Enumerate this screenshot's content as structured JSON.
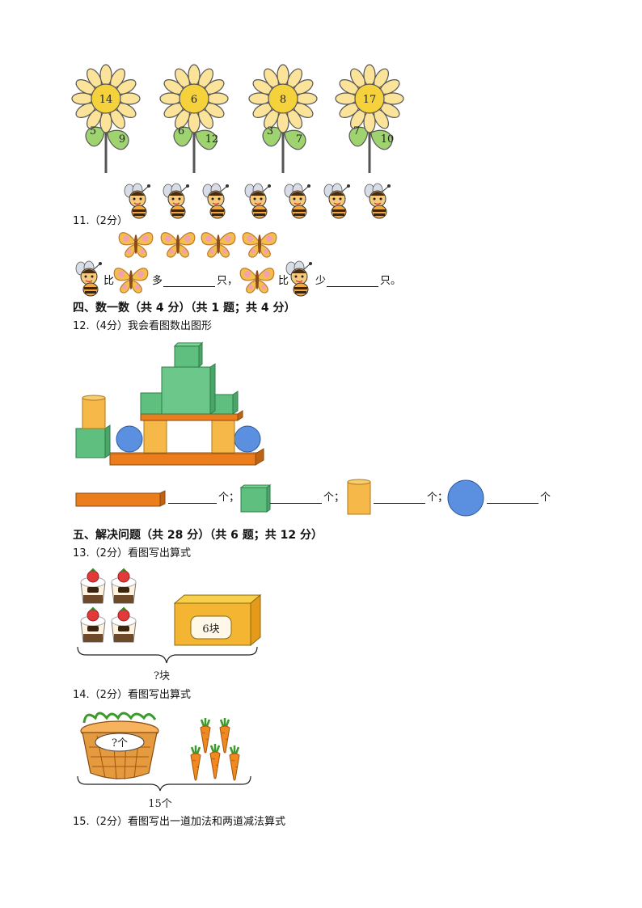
{
  "flowers": [
    {
      "center": "14",
      "left_leaf": "5",
      "right_leaf": "9"
    },
    {
      "center": "6",
      "left_leaf": "6",
      "right_leaf": "12"
    },
    {
      "center": "8",
      "left_leaf": "3",
      "right_leaf": "7"
    },
    {
      "center": "17",
      "left_leaf": "7",
      "right_leaf": "10"
    }
  ],
  "q11": {
    "number": "11.（2分）",
    "bee_count": 7,
    "butterfly_count": 4,
    "compare_1_a": "比",
    "compare_1_b": "多",
    "compare_1_unit": "只，",
    "compare_2_a": "比",
    "compare_2_b": "少",
    "compare_2_unit": "只。"
  },
  "section4": {
    "title": "四、数一数（共 4 分）（共 1 题；共 4 分）"
  },
  "q12": {
    "prompt": "12.（4分）我会看图数出图形",
    "unit_1": "个；",
    "unit_2": "个；",
    "unit_3": "个；",
    "unit_4": "个"
  },
  "section5": {
    "title": "五、解决问题（共 28 分）（共 6 题；共 12 分）"
  },
  "q13": {
    "prompt": "13.（2分）看图写出算式",
    "box_label": "6块",
    "total_label": "?块"
  },
  "q14": {
    "prompt": "14.（2分）看图写出算式",
    "basket_label": "?个",
    "total_label": "15个"
  },
  "q15": {
    "prompt": "15.（2分）看图写出一道加法和两道减法算式"
  },
  "colors": {
    "petal": "#fbe39a",
    "flower_center": "#f5d23c",
    "leaf": "#9fd36f",
    "orange_block": "#ec7d1d",
    "green_cube": "#5fbf7f",
    "cylinder": "#f5b849",
    "sphere": "#5b8fe0"
  }
}
